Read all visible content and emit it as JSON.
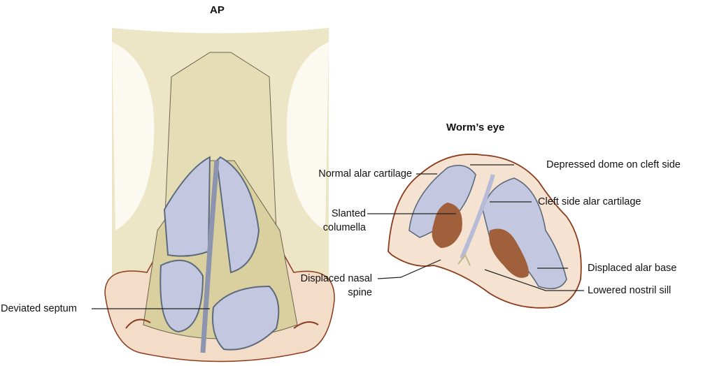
{
  "ap": {
    "title": "AP",
    "labels": {
      "deviated_septum": "Deviated septum"
    }
  },
  "worms_eye": {
    "title": "Worm’s eye",
    "labels": {
      "normal_alar_cartilage": "Normal alar cartilage",
      "depressed_dome": "Depressed dome on cleft side",
      "cleft_side_alar_cartilage": "Cleft side alar cartilage",
      "slanted_columella_1": "Slanted",
      "slanted_columella_2": "columella",
      "displaced_nasal_spine_1": "Displaced nasal",
      "displaced_nasal_spine_2": "spine",
      "displaced_alar_base": "Displaced alar base",
      "lowered_nostril_sill": "Lowered nostril sill"
    }
  },
  "colors": {
    "skin": "#f3dcc8",
    "outline": "#8a3b1c",
    "bone": "#e9e3c0",
    "cartilage": "#c3c7e0",
    "cartilage_edge": "#5b6a7c",
    "nostril": "#9b5a3a"
  }
}
